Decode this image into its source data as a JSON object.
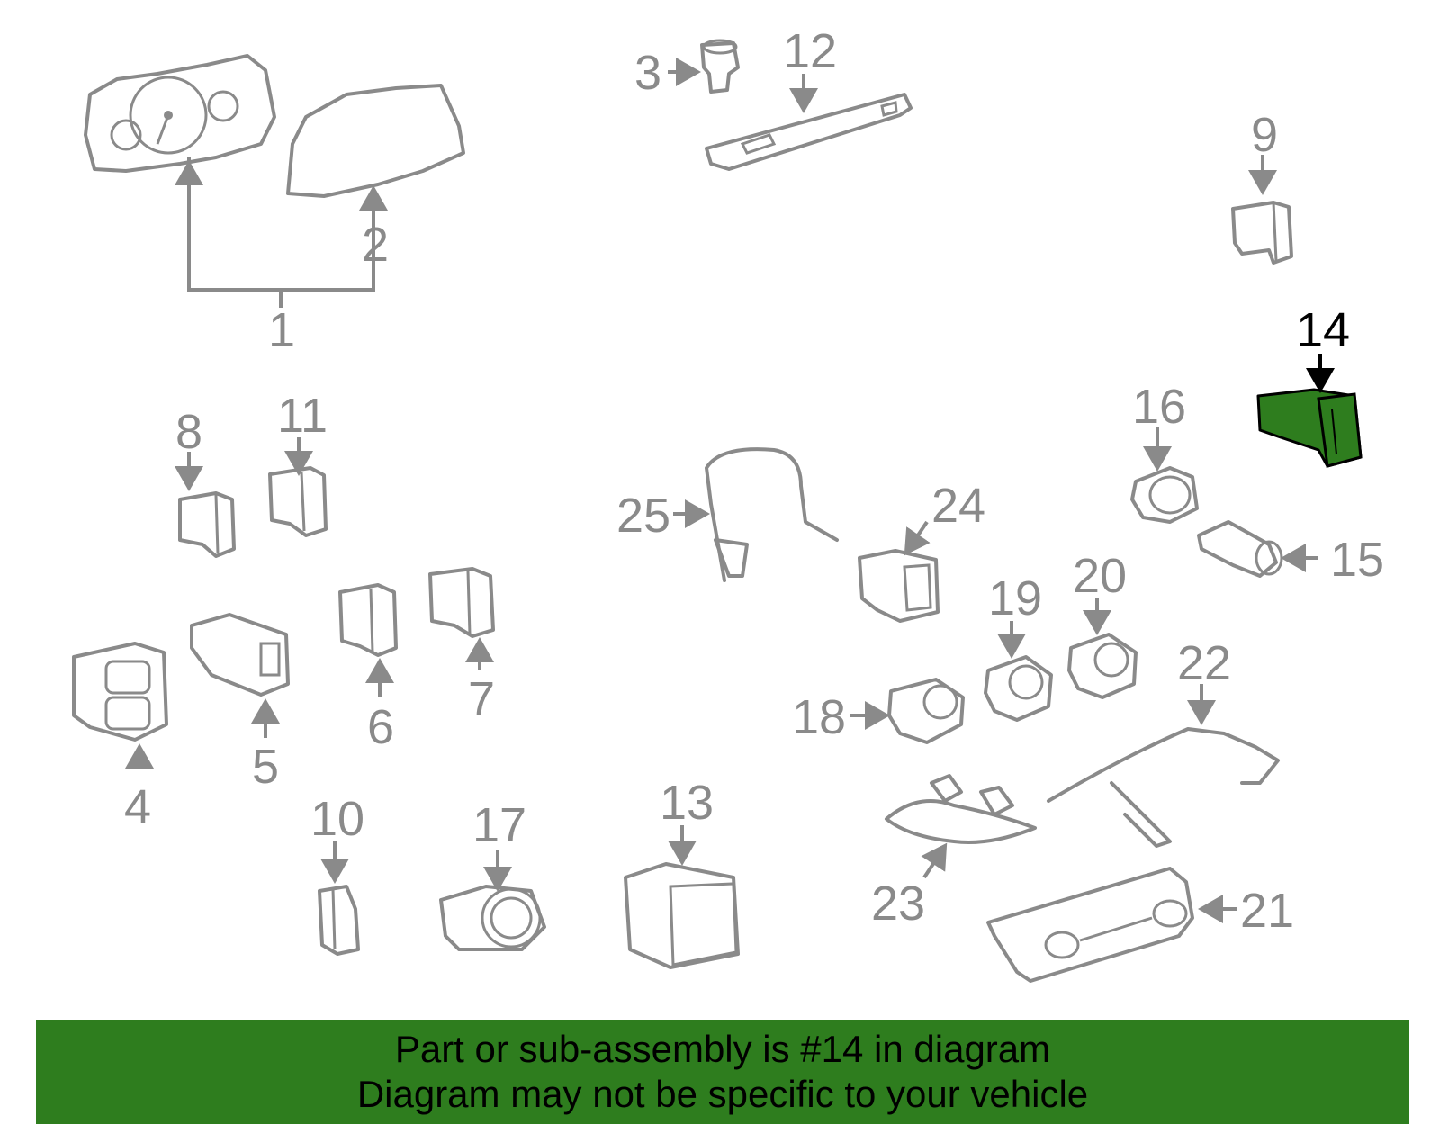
{
  "diagram": {
    "highlight_color": "#2e7d1e",
    "line_color": "#8a8a8a",
    "labels": {
      "l1": "1",
      "l2": "2",
      "l3": "3",
      "l4": "4",
      "l5": "5",
      "l6": "6",
      "l7": "7",
      "l8": "8",
      "l9": "9",
      "l10": "10",
      "l11": "11",
      "l12": "12",
      "l13": "13",
      "l14": "14",
      "l15": "15",
      "l16": "16",
      "l17": "17",
      "l18": "18",
      "l19": "19",
      "l20": "20",
      "l21": "21",
      "l22": "22",
      "l23": "23",
      "l24": "24",
      "l25": "25"
    },
    "highlighted_part": "14"
  },
  "banner": {
    "background": "#2e7d1e",
    "line1": "Part or sub-assembly is #14 in diagram",
    "line2": "Diagram may not be specific to your vehicle"
  }
}
